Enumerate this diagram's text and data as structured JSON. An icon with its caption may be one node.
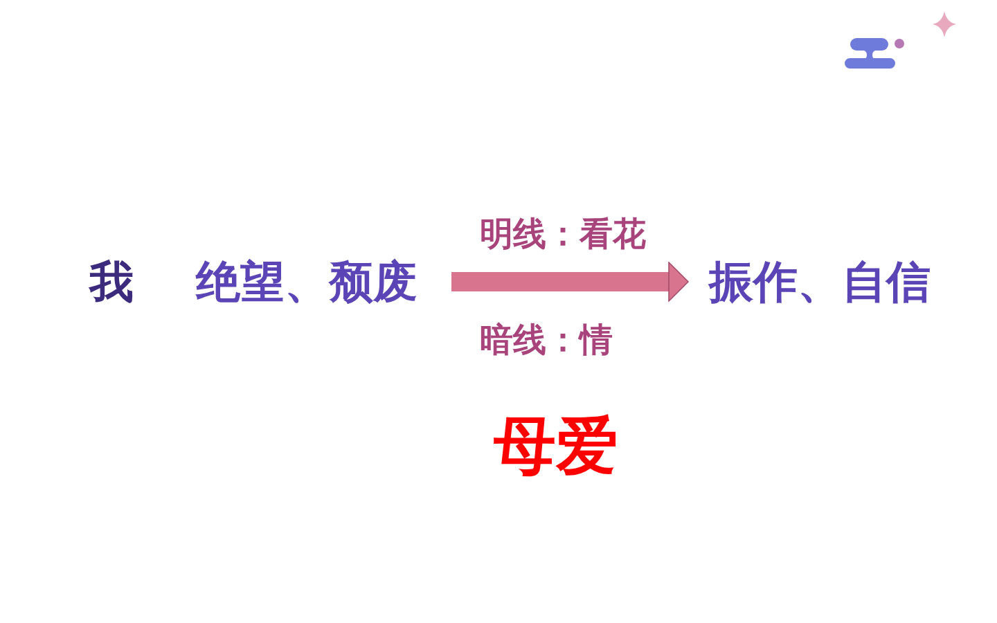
{
  "diagram": {
    "nodes": [
      {
        "text": [
          "绝望、颓废"
        ]
      },
      {
        "text": [
          "振作、自信"
        ]
      }
    ],
    "edges": [
      {
        "from": 0,
        "to": 1,
        "arrow": "to",
        "label": "明线：看花"
      }
    ],
    "labels": [
      "我",
      "暗线：情",
      "母爱"
    ]
  }
}
